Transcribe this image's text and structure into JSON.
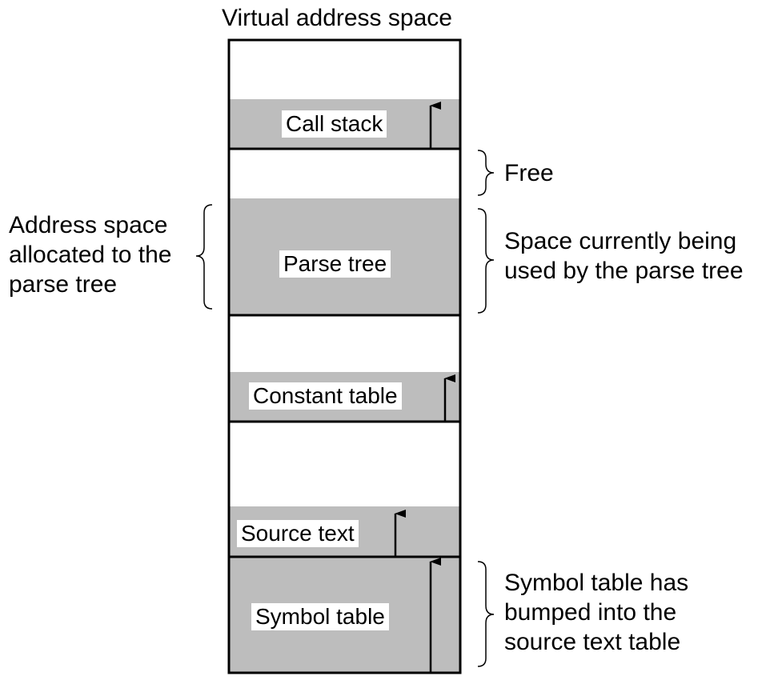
{
  "title": "Virtual address space",
  "regions": {
    "call_stack": "Call stack",
    "parse_tree": "Parse tree",
    "constant_table": "Constant table",
    "source_text": "Source text",
    "symbol_table": "Symbol table"
  },
  "annotations": {
    "free": "Free",
    "allocated": [
      "Address space",
      "allocated to the",
      "parse tree"
    ],
    "used": [
      "Space currently being",
      "used by the parse tree"
    ],
    "bumped": [
      "Symbol table has",
      "bumped into the",
      "source text table"
    ]
  },
  "colors": {
    "used_fill": "#bdbdbd",
    "free_fill": "#ffffff",
    "outline": "#000000"
  }
}
